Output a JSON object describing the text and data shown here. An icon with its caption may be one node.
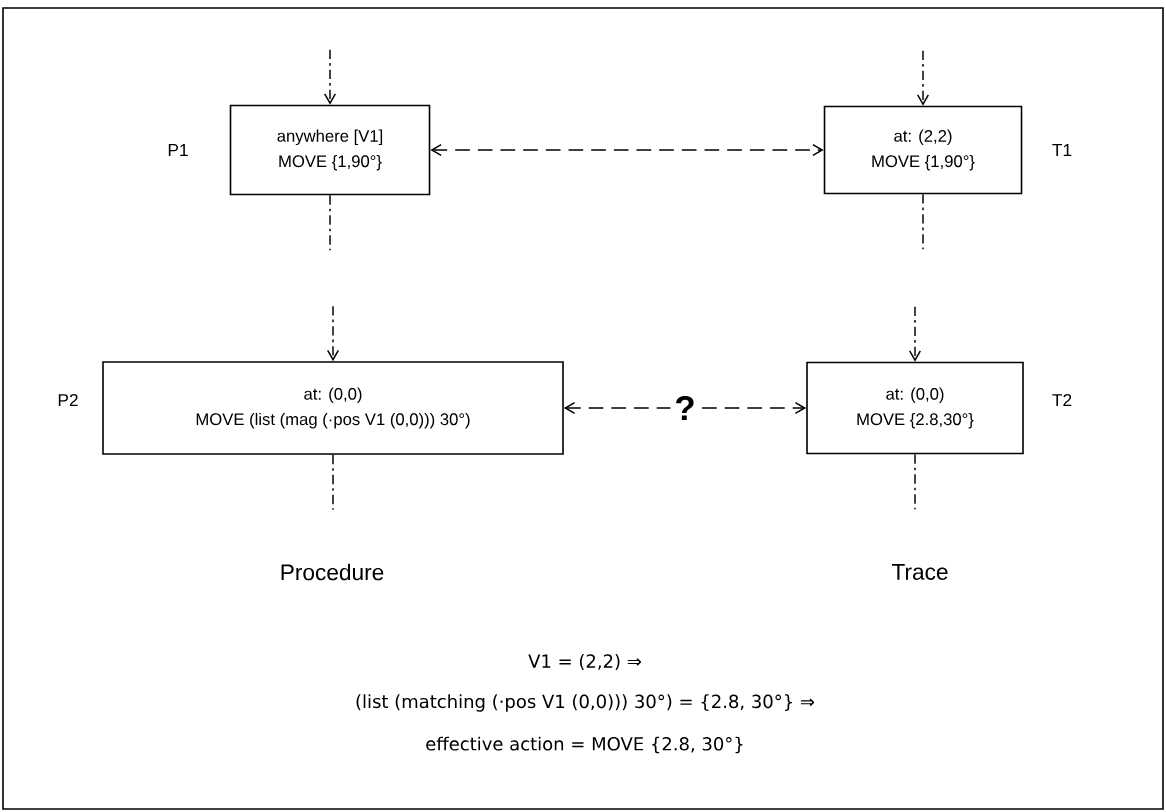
{
  "diagram": {
    "nodes": [
      {
        "text": [
          "anywhere [V1]",
          "MOVE {1,90°}"
        ],
        "beside": [
          "P1"
        ]
      },
      {
        "text": [
          "at: (2,2)",
          "MOVE {1,90°}"
        ],
        "beside": [
          "T1"
        ]
      },
      {
        "text": [
          "at: (0,0)",
          "MOVE (list (mag (·pos V1 (0,0))) 30°)"
        ],
        "beside": [
          "P2"
        ]
      },
      {
        "text": [
          "at: (0,0)",
          "MOVE {2.8,30°}"
        ],
        "beside": [
          "T2"
        ]
      }
    ],
    "edges": [
      {
        "from": 0,
        "to": 1,
        "arrow": "both",
        "style": "dashed"
      },
      {
        "from": 2,
        "to": 3,
        "arrow": "both",
        "style": "dashed",
        "label": "?"
      },
      {
        "from": null,
        "to": 0,
        "arrow": "to",
        "style": "dashed"
      },
      {
        "from": 0,
        "to": null,
        "arrow": "none",
        "style": "dashed"
      },
      {
        "from": null,
        "to": 1,
        "arrow": "to",
        "style": "dashed"
      },
      {
        "from": 1,
        "to": null,
        "arrow": "none",
        "style": "dashed"
      },
      {
        "from": null,
        "to": 2,
        "arrow": "to",
        "style": "dashed"
      },
      {
        "from": 2,
        "to": null,
        "arrow": "none",
        "style": "dashed"
      },
      {
        "from": null,
        "to": 3,
        "arrow": "to",
        "style": "dashed"
      },
      {
        "from": 3,
        "to": null,
        "arrow": "none",
        "style": "dashed"
      }
    ],
    "labels": [
      "Procedure",
      "Trace",
      "V1 = (2,2) ⇒",
      "(list (matching (·pos V1 (0,0))) 30°) = {2.8, 30°} ⇒",
      "effective action = MOVE {2.8, 30°}"
    ]
  }
}
